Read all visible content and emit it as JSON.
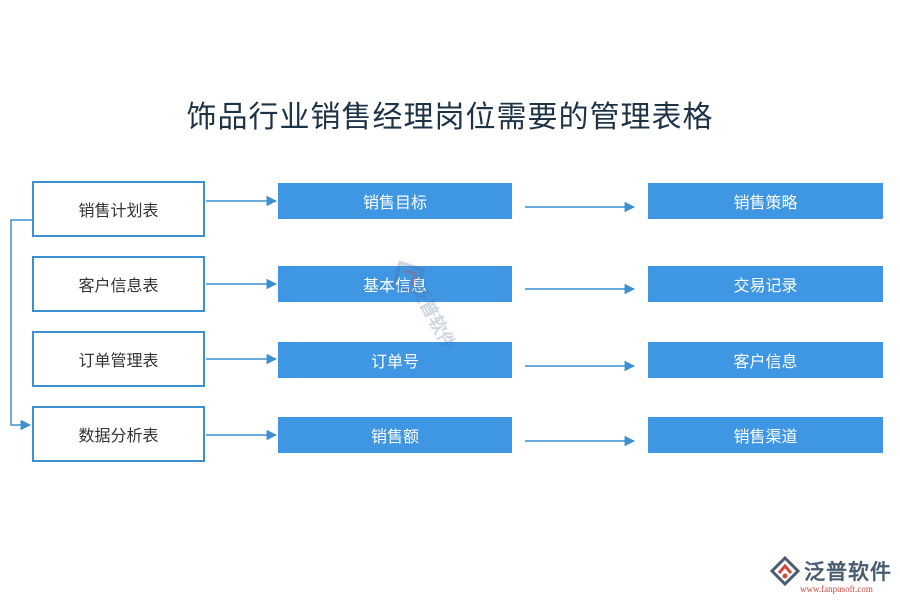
{
  "title": "饰品行业销售经理岗位需要的管理表格",
  "rows": [
    {
      "left": "销售计划表",
      "mid": "销售目标",
      "right": "销售策略"
    },
    {
      "left": "客户信息表",
      "mid": "基本信息",
      "right": "交易记录"
    },
    {
      "left": "订单管理表",
      "mid": "订单号",
      "right": "客户信息"
    },
    {
      "left": "数据分析表",
      "mid": "销售额",
      "right": "销售渠道"
    }
  ],
  "watermark": "泛普软件",
  "logo": {
    "name": "泛普软件",
    "url": "www.fanpusoft.com"
  },
  "colors": {
    "box_border": "#3c8fd0",
    "box_fill": "#3f96e3",
    "title": "#1f3347"
  }
}
